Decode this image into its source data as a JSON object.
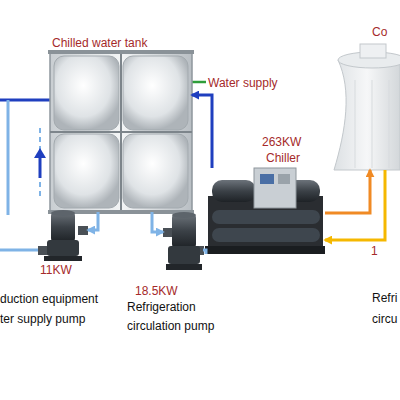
{
  "diagram": {
    "nodes": [
      {
        "text": [
          "Chilled water tank"
        ]
      },
      {
        "text": [
          "Co"
        ]
      },
      {
        "text": [
          "11KW",
          "duction equipment ter supply pump"
        ]
      },
      {
        "text": [
          "263KW",
          "Chiller"
        ]
      },
      {
        "text": [
          "18.5KW",
          "Refrigeration circulation pump"
        ]
      }
    ],
    "edges": [
      {
        "from": 0,
        "to": 2,
        "arrow": "to"
      },
      {
        "from": 0,
        "to": 4,
        "arrow": "to"
      },
      {
        "from": 4,
        "to": 3,
        "arrow": "none"
      },
      {
        "from": 3,
        "to": 0,
        "arrow": "to"
      },
      {
        "from": 3,
        "to": 1,
        "arrow": "to"
      },
      {
        "from": 1,
        "to": 3,
        "arrow": "to"
      }
    ],
    "labels": [
      "Water supply",
      "1",
      "Refri",
      "circu"
    ]
  }
}
